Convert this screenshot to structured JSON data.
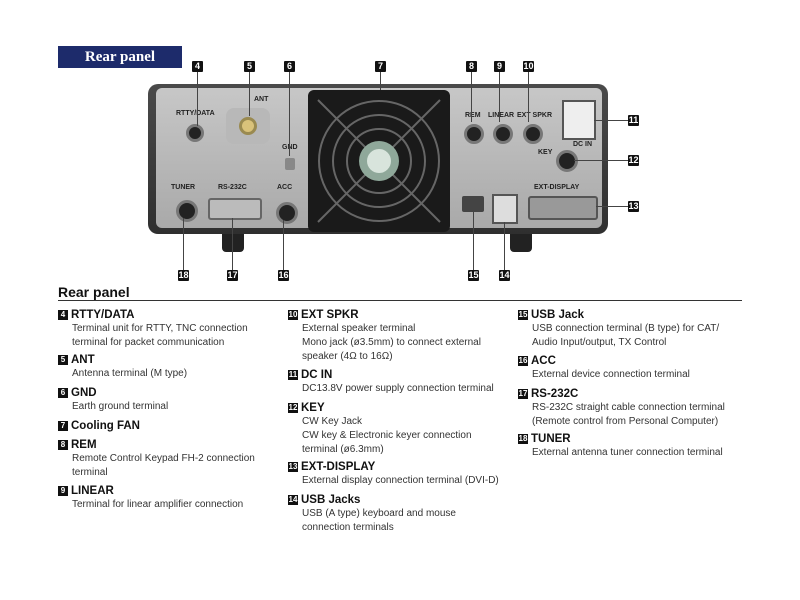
{
  "banner": {
    "title": "Rear panel"
  },
  "callouts": {
    "n4": "4",
    "n5": "5",
    "n6": "6",
    "n7": "7",
    "n8": "8",
    "n9": "9",
    "n10": "10",
    "n11": "11",
    "n12": "12",
    "n13": "13",
    "n14": "14",
    "n15": "15",
    "n16": "16",
    "n17": "17",
    "n18": "18"
  },
  "panel_labels": {
    "rtty": "RTTY/DATA",
    "ant": "ANT",
    "gnd": "GND",
    "rem": "REM",
    "linear": "LINEAR",
    "ext_spkr": "EXT SPKR",
    "dc_in": "DC IN",
    "key": "KEY",
    "ext_display": "EXT-DISPLAY",
    "tuner": "TUNER",
    "rs232c": "RS-232C",
    "acc": "ACC"
  },
  "section": {
    "title": "Rear panel"
  },
  "items": {
    "i4": {
      "num": "4",
      "title": "RTTY/DATA",
      "lines": [
        "Terminal unit for RTTY, TNC connection",
        "terminal for packet communication"
      ]
    },
    "i5": {
      "num": "5",
      "title": "ANT",
      "lines": [
        "Antenna terminal (M type)"
      ]
    },
    "i6": {
      "num": "6",
      "title": "GND",
      "lines": [
        "Earth ground terminal"
      ]
    },
    "i7": {
      "num": "7",
      "title": "Cooling FAN",
      "lines": []
    },
    "i8": {
      "num": "8",
      "title": "REM",
      "lines": [
        "Remote Control Keypad FH-2 connection",
        "terminal"
      ]
    },
    "i9": {
      "num": "9",
      "title": "LINEAR",
      "lines": [
        "Terminal for linear amplifier connection"
      ]
    },
    "i10": {
      "num": "10",
      "title": "EXT SPKR",
      "lines": [
        "External speaker terminal",
        "Mono jack (ø3.5mm) to connect external",
        "speaker (4Ω to 16Ω)"
      ]
    },
    "i11": {
      "num": "11",
      "title": "DC IN",
      "lines": [
        "DC13.8V power supply connection terminal"
      ]
    },
    "i12": {
      "num": "12",
      "title": "KEY",
      "lines": [
        "CW Key Jack",
        "CW key & Electronic keyer connection",
        "terminal (ø6.3mm)"
      ]
    },
    "i13": {
      "num": "13",
      "title": "EXT-DISPLAY",
      "lines": [
        "External display connection terminal (DVI-D)"
      ]
    },
    "i14": {
      "num": "14",
      "title": "USB Jacks",
      "lines": [
        "USB (A type) keyboard and mouse",
        "connection terminals"
      ]
    },
    "i15": {
      "num": "15",
      "title": "USB Jack",
      "lines": [
        "USB connection terminal (B type) for CAT/",
        "Audio Input/output, TX Control"
      ]
    },
    "i16": {
      "num": "16",
      "title": "ACC",
      "lines": [
        "External device connection terminal"
      ]
    },
    "i17": {
      "num": "17",
      "title": "RS-232C",
      "lines": [
        "RS-232C straight cable connection terminal",
        "(Remote control from Personal Computer)"
      ]
    },
    "i18": {
      "num": "18",
      "title": "TUNER",
      "lines": [
        "External antenna tuner connection terminal"
      ]
    }
  }
}
